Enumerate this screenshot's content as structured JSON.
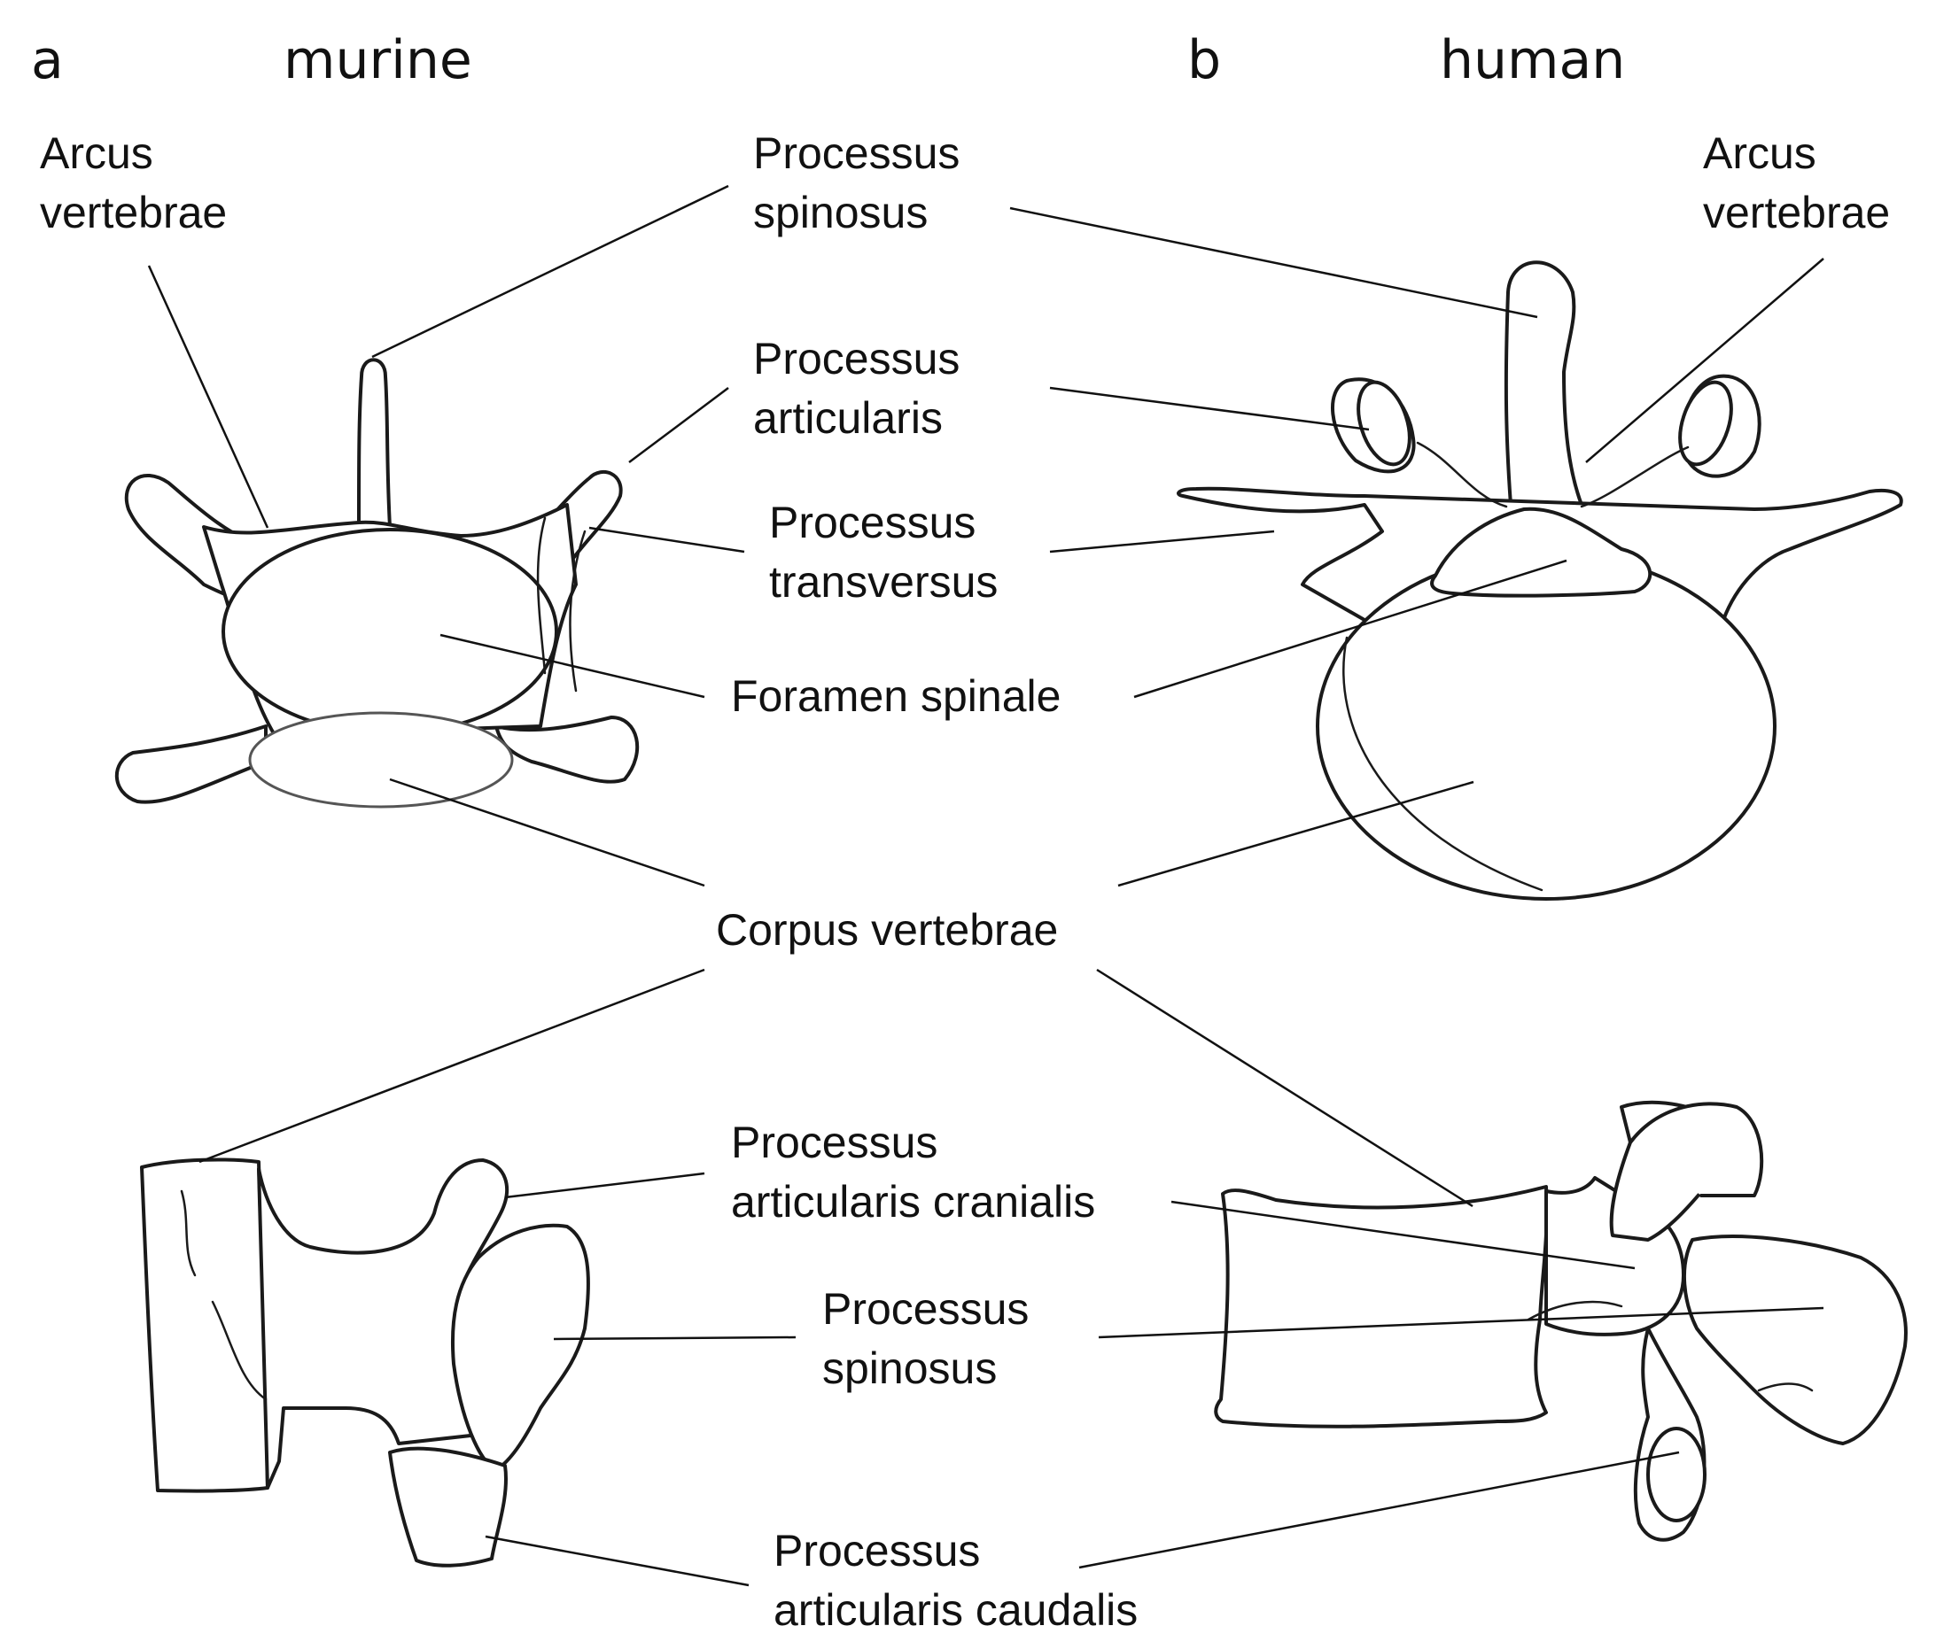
{
  "panels": {
    "a": {
      "letter": "a",
      "species": "murine"
    },
    "b": {
      "letter": "b",
      "species": "human"
    }
  },
  "labels": {
    "arcus_left": [
      "Arcus",
      "vertebrae"
    ],
    "arcus_right": [
      "Arcus",
      "vertebrae"
    ],
    "spinosus_top": [
      "Processus",
      "spinosus"
    ],
    "articularis": [
      "Processus",
      "articularis"
    ],
    "transversus": [
      "Processus",
      "transversus"
    ],
    "foramen": "Foramen spinale",
    "corpus": "Corpus vertebrae",
    "articularis_cranialis": [
      "Processus",
      "articularis cranialis"
    ],
    "spinosus_lateral": [
      "Processus",
      "spinosus"
    ],
    "articularis_caudalis": [
      "Processus",
      "articularis caudalis"
    ]
  }
}
